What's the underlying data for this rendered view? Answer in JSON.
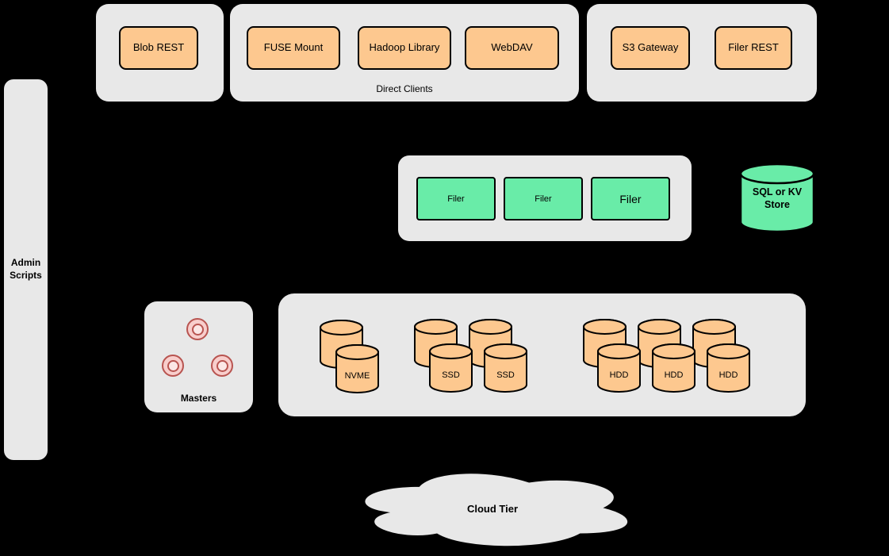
{
  "colors": {
    "background": "#000000",
    "panel_gray": "#e8e8e8",
    "node_orange": "#fdc88f",
    "node_green": "#69eca8",
    "master_pink": "#f8cecc",
    "master_stroke": "#b85450"
  },
  "top_row": {
    "blob_group": {
      "buttons": [
        {
          "label": "Blob REST"
        }
      ]
    },
    "direct_clients_group": {
      "caption": "Direct Clients",
      "buttons": [
        {
          "label": "FUSE Mount"
        },
        {
          "label": "Hadoop Library"
        },
        {
          "label": "WebDAV"
        }
      ]
    },
    "gateway_group": {
      "buttons": [
        {
          "label": "S3 Gateway"
        },
        {
          "label": "Filer REST"
        }
      ]
    }
  },
  "admin_scripts": {
    "label": "Admin Scripts"
  },
  "filer_cluster": {
    "nodes": [
      {
        "label": "Filer"
      },
      {
        "label": "Filer"
      },
      {
        "label": "Filer"
      }
    ]
  },
  "metadata_store": {
    "label": "SQL or KV Store"
  },
  "masters": {
    "caption": "Masters"
  },
  "volume_servers": {
    "nvme_labels": [
      "NVME"
    ],
    "ssd_labels": [
      "SSD",
      "SSD"
    ],
    "hdd_labels": [
      "HDD",
      "HDD",
      "HDD"
    ]
  },
  "cloud_tier": {
    "label": "Cloud Tier"
  }
}
